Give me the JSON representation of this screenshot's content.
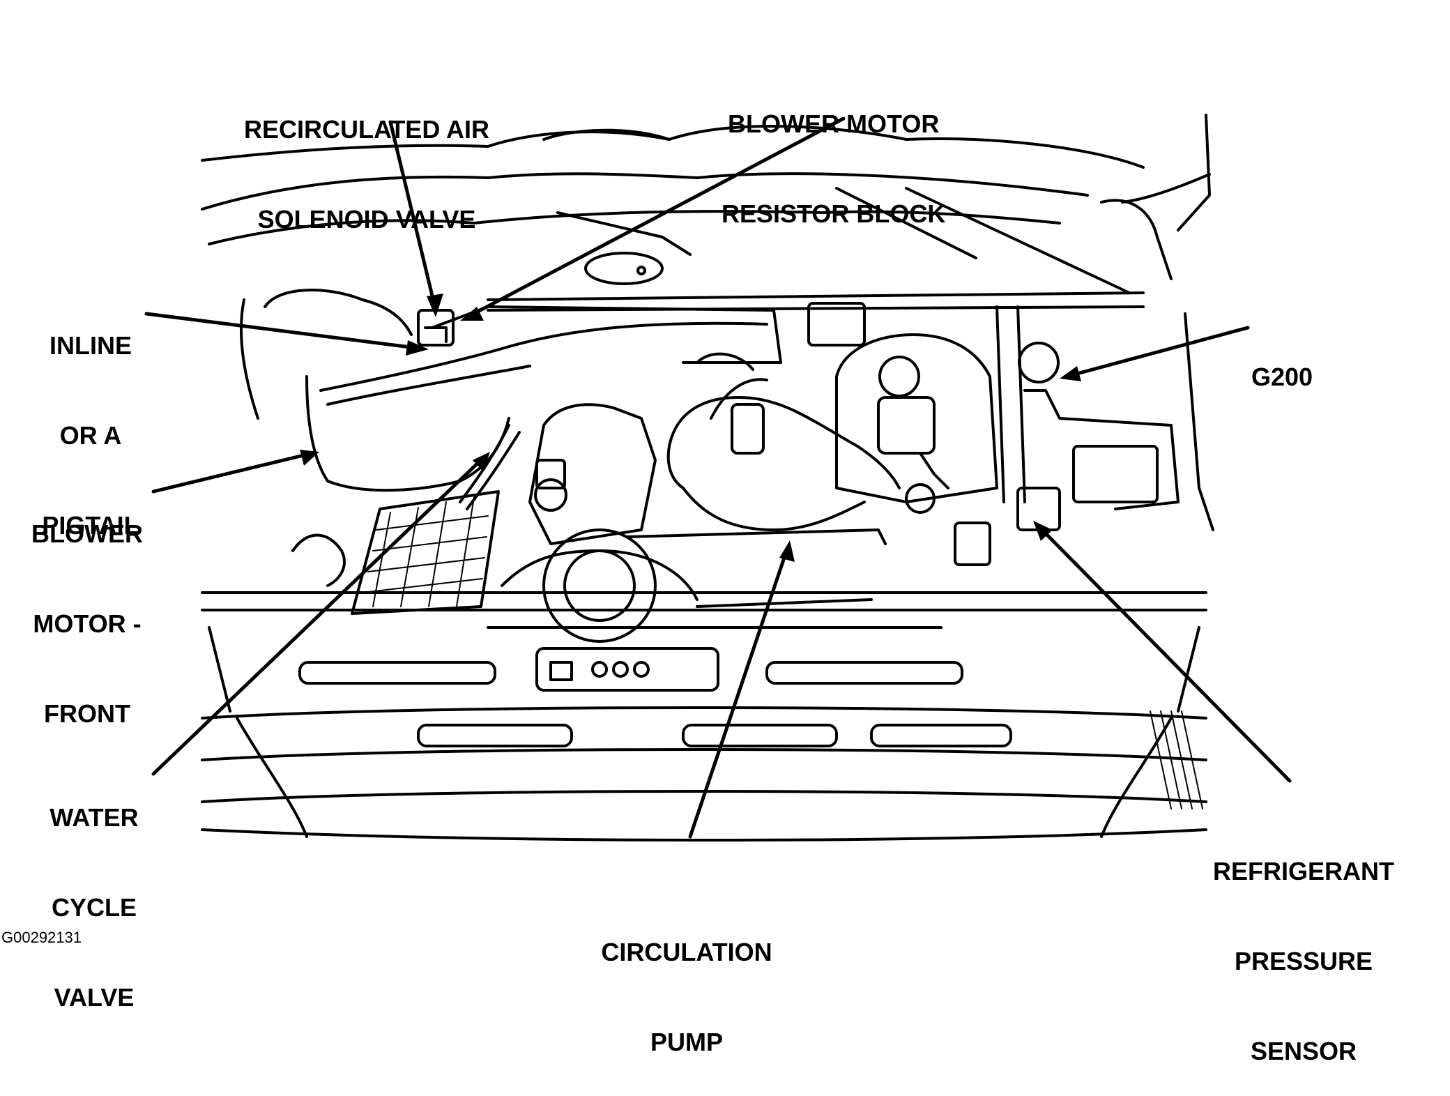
{
  "labels": {
    "recirculated_air_solenoid_valve": [
      "RECIRCULATED AIR",
      "SOLENOID VALVE"
    ],
    "blower_motor_resistor_block": [
      "BLOWER MOTOR",
      "RESISTOR BLOCK"
    ],
    "inline_or_a_pigtail": [
      "INLINE",
      "OR A",
      "PIGTAIL"
    ],
    "g200": [
      "G200"
    ],
    "blower_motor_front": [
      "BLOWER",
      "MOTOR -",
      "FRONT"
    ],
    "water_cycle_valve": [
      "WATER",
      "CYCLE",
      "VALVE"
    ],
    "circulation_pump": [
      "CIRCULATION",
      "PUMP"
    ],
    "refrigerant_pressure_sensor": [
      "REFRIGERANT",
      "PRESSURE",
      "SENSOR"
    ]
  },
  "figure_code": "G00292131",
  "colors": {
    "ink": "#000000",
    "background": "#ffffff"
  }
}
